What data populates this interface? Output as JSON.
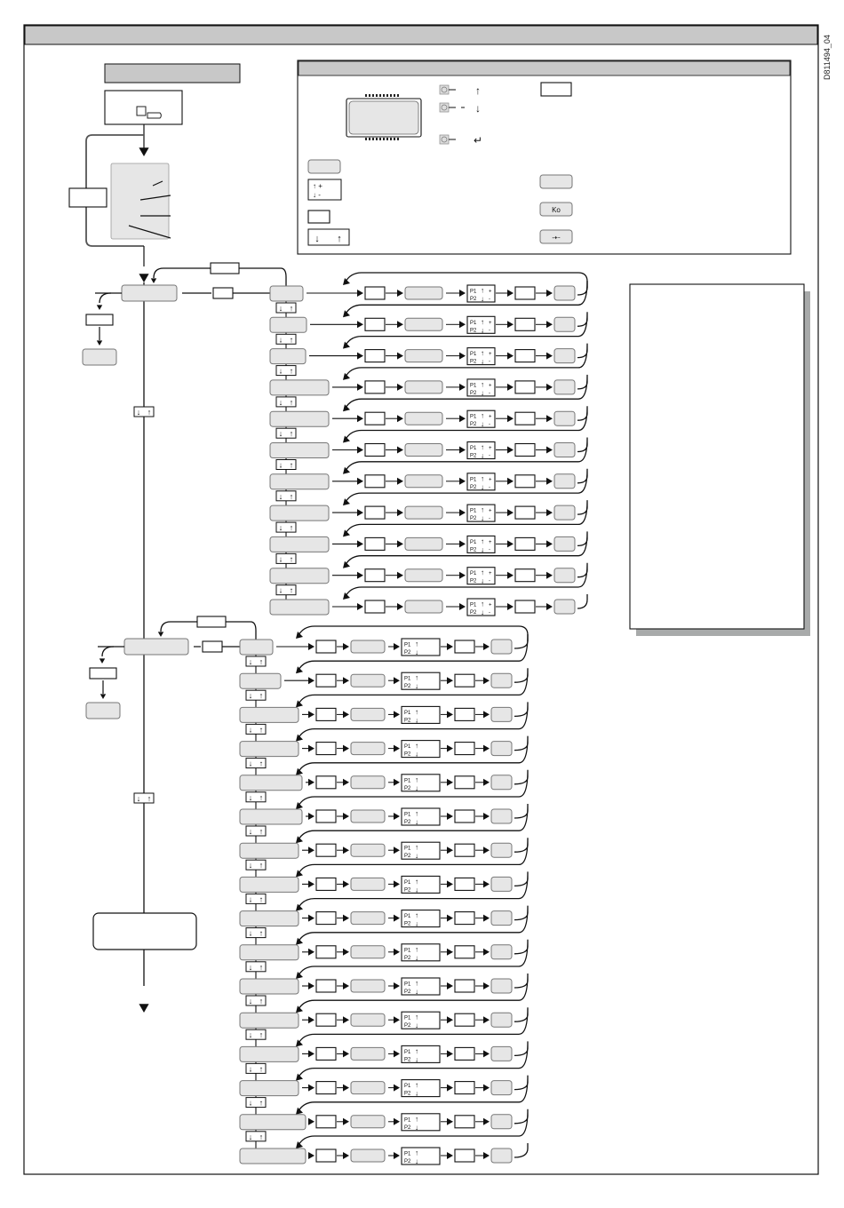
{
  "document": {
    "doc_id": "D811494_04",
    "title_bar_text": "",
    "colors": {
      "title_bar": "#c8c8c8",
      "box_fill": "#e6e6e6",
      "box_stroke": "#777777",
      "line": "#111111",
      "shadow": "#a8aaaa"
    }
  },
  "legend": {
    "title": "",
    "items": [
      {
        "icon": "display-lcd-icon",
        "label": ""
      },
      {
        "icon": "key-up-arrow-icon",
        "symbol": "↑",
        "label": ""
      },
      {
        "icon": "key-down-arrow-icon",
        "symbol": "↓",
        "label": ""
      },
      {
        "icon": "key-enter-icon",
        "symbol": "↵",
        "label": ""
      },
      {
        "icon": "display-box-icon",
        "label": ""
      },
      {
        "icon": "up-down-plus-minus-icon",
        "symbol": "↑+ ↓-",
        "label": ""
      },
      {
        "icon": "empty-box-icon",
        "label": ""
      },
      {
        "icon": "down-up-arrows-icon",
        "symbol": "↓ ↑",
        "label": ""
      },
      {
        "icon": "blank-key-icon",
        "label": ""
      },
      {
        "icon": "radio-key-icon",
        "symbol": "Ko",
        "label": ""
      },
      {
        "icon": "exit-key-icon",
        "symbol": "-⇠",
        "label": ""
      }
    ]
  },
  "start": {
    "header_label": "",
    "key_icon": "key-switch-icon",
    "loop_label": "",
    "display_label": ""
  },
  "group1": {
    "enter_label": "",
    "branch_label": "",
    "nav_symbol": "↓ ↑",
    "row_count": 11,
    "p1": "P1",
    "p2": "P2",
    "plus": "+",
    "minus": "-",
    "up": "↑",
    "down": "↓"
  },
  "group2": {
    "enter_label": "",
    "branch_label": "",
    "nav_symbol": "↓ ↑",
    "row_count": 16,
    "p1": "P1",
    "p2": "P2",
    "up": "↑",
    "down": "↓"
  },
  "notes_panel": {
    "text": ""
  },
  "exit_box": {
    "label": ""
  }
}
